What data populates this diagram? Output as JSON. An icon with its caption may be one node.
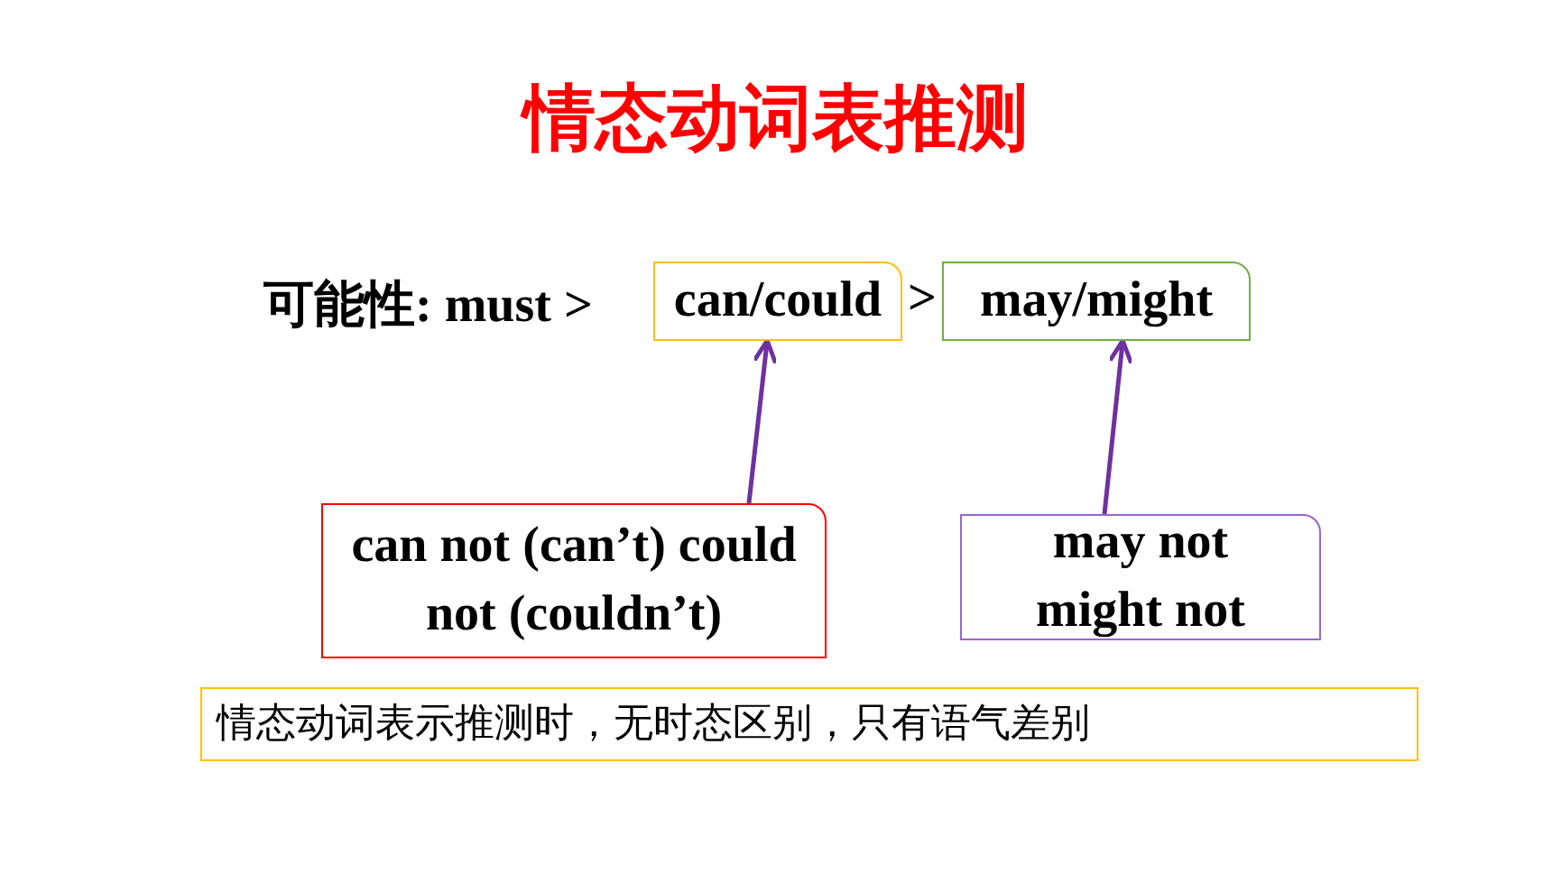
{
  "diagram": {
    "title": "情态动词表推测",
    "nodes": [
      {
        "text": [
          "can/could"
        ]
      },
      {
        "text": [
          "may/might"
        ]
      },
      {
        "text": [
          "can not (can’t) could not (couldn’t)"
        ]
      },
      {
        "text": [
          "may not might not"
        ]
      },
      {
        "text": [
          "情态动词表示推测时，无时态区别，只有语气差别"
        ]
      }
    ],
    "edges": [
      {
        "from": 2,
        "to": 0,
        "arrow": "to",
        "color": "#7030a0"
      },
      {
        "from": 3,
        "to": 1,
        "arrow": "to",
        "color": "#7030a0"
      }
    ],
    "labels": [
      "可能性: must >",
      ">"
    ]
  }
}
